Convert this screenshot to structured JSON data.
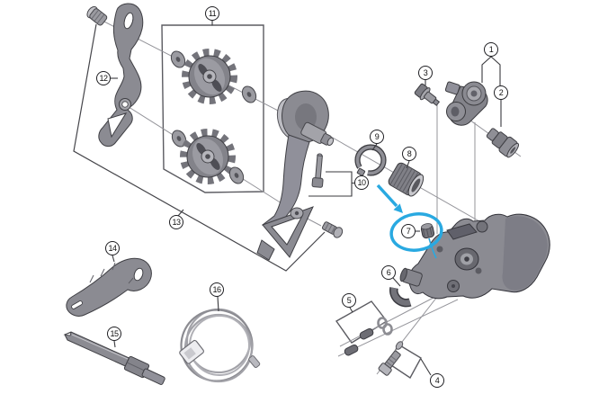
{
  "labels": [
    {
      "text": "1"
    },
    {
      "text": "2"
    },
    {
      "text": "3"
    },
    {
      "text": "4"
    },
    {
      "text": "5"
    },
    {
      "text": "6"
    },
    {
      "text": "7"
    },
    {
      "text": "8"
    },
    {
      "text": "9"
    },
    {
      "text": "10"
    },
    {
      "text": "11"
    },
    {
      "text": "12"
    },
    {
      "text": "13"
    },
    {
      "text": "14"
    },
    {
      "text": "15"
    },
    {
      "text": "16"
    }
  ],
  "highlight": {
    "part_label": "7",
    "color": "#29a9e1"
  },
  "colors": {
    "background": "#ffffff",
    "part_fill": "#8b8b92",
    "part_outline": "#3f3f44",
    "reference_line": "#94949a",
    "callout_border": "#1f1f23"
  }
}
